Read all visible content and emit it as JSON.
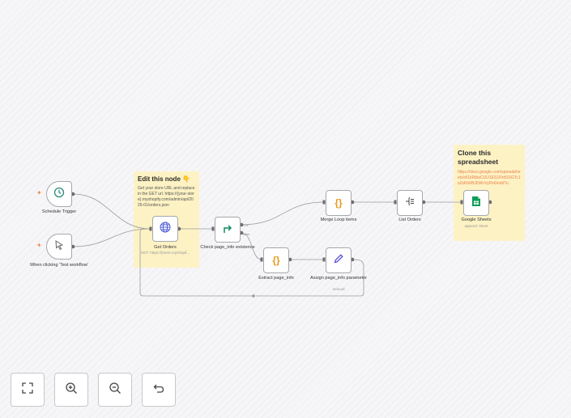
{
  "stickies": {
    "edit_node": {
      "title": "Edit this node 👇",
      "body": "Get your store URL and replace in the GET url. https://{your-store}.myshopify.com/admin/api/2025-01/orders.json"
    },
    "clone": {
      "title": "Clone this spreadsheet",
      "link": "https://docs.google.com/spreadsheets/d/1kRtbaCUU1ES1RrdSSGTc1a2sKb6BJ6WnVyPe6/edit?u"
    }
  },
  "nodes": {
    "schedule_trigger": {
      "label": "Schedule Trigger",
      "icon": "clock-icon"
    },
    "manual_trigger": {
      "label": "When clicking ‘Test workflow’",
      "icon": "cursor-icon"
    },
    "get_orders": {
      "label": "Get Orders",
      "subtitle": "GET: https://{store.myshopif...",
      "icon": "globe-icon"
    },
    "check_page_info": {
      "label": "Check page_info existence",
      "icon": "if-icon",
      "out_true": "true",
      "out_false": "false"
    },
    "merge_loop": {
      "label": "Merge Loop items",
      "icon": "code-braces-icon"
    },
    "extract_page_info": {
      "label": "Extract page_info",
      "icon": "code-braces-icon"
    },
    "assign_page_info": {
      "label": "Assign page_info parameter",
      "subtitle": "manual",
      "icon": "pencil-icon"
    },
    "list_orders": {
      "label": "List Orders",
      "icon": "split-out-icon"
    },
    "google_sheets": {
      "label": "Google Sheets",
      "subtitle": "append: sheet",
      "icon": "sheets-icon"
    }
  },
  "controls": [
    {
      "name": "fit-view-button",
      "icon": "expand-icon"
    },
    {
      "name": "zoom-in-button",
      "icon": "zoom-in-icon"
    },
    {
      "name": "zoom-out-button",
      "icon": "zoom-out-icon"
    },
    {
      "name": "undo-button",
      "icon": "undo-icon"
    }
  ],
  "colors": {
    "accent": "#f08a4b",
    "sticky": "#fdf2c4",
    "sheets": "#0f9d58",
    "assign": "#4b45d6",
    "if": "#0f8a5f",
    "code": "#e89b1e"
  }
}
